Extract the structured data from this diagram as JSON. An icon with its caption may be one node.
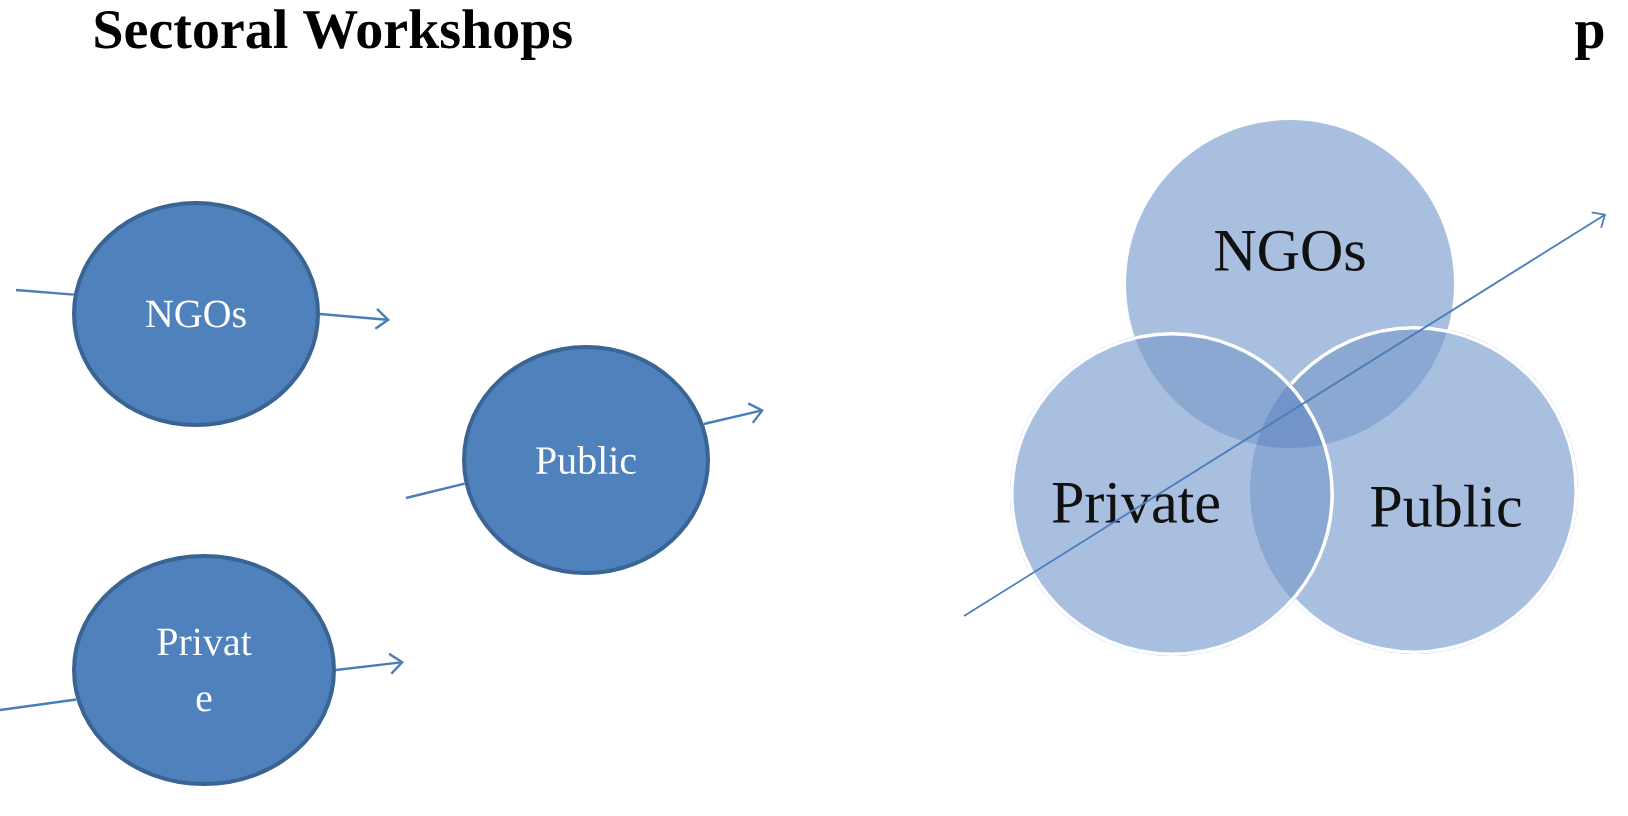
{
  "diagram": {
    "title": "Sectoral Workshops",
    "nodes": [
      {
        "text": [
          "NGOs"
        ]
      },
      {
        "text": [
          "Public"
        ]
      },
      {
        "text": [
          "Privat e"
        ]
      },
      {
        "text": [
          "NGOs"
        ]
      },
      {
        "text": [
          "Private"
        ]
      },
      {
        "text": [
          "Public"
        ]
      }
    ],
    "edges": [
      {
        "from": null,
        "to": 0,
        "arrow": "none"
      },
      {
        "from": 0,
        "to": null,
        "arrow": "to"
      },
      {
        "from": null,
        "to": 1,
        "arrow": "none"
      },
      {
        "from": 1,
        "to": null,
        "arrow": "to"
      },
      {
        "from": null,
        "to": 2,
        "arrow": "none"
      },
      {
        "from": 2,
        "to": null,
        "arrow": "to"
      }
    ],
    "labels": [
      "p"
    ]
  }
}
